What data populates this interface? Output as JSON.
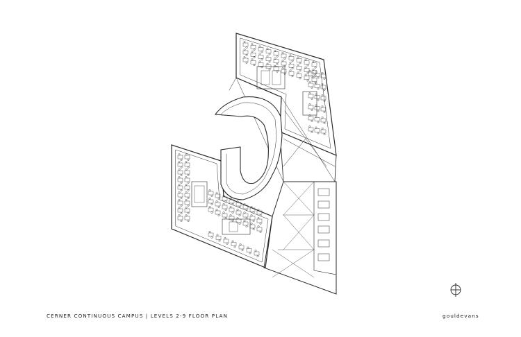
{
  "sheet": {
    "caption": "CERNER CONTINUOUS CAMPUS | LEVELS 2-9 FLOOR PLAN",
    "firm": "gouldevans"
  },
  "plan": {
    "line_color": "#2a2a2a",
    "fill_color": "#ffffff",
    "wings": [
      "north-wing",
      "west-wing",
      "atrium",
      "circulation-core",
      "curved-lobby"
    ]
  },
  "icons": {
    "north_arrow": "north-arrow-icon"
  }
}
